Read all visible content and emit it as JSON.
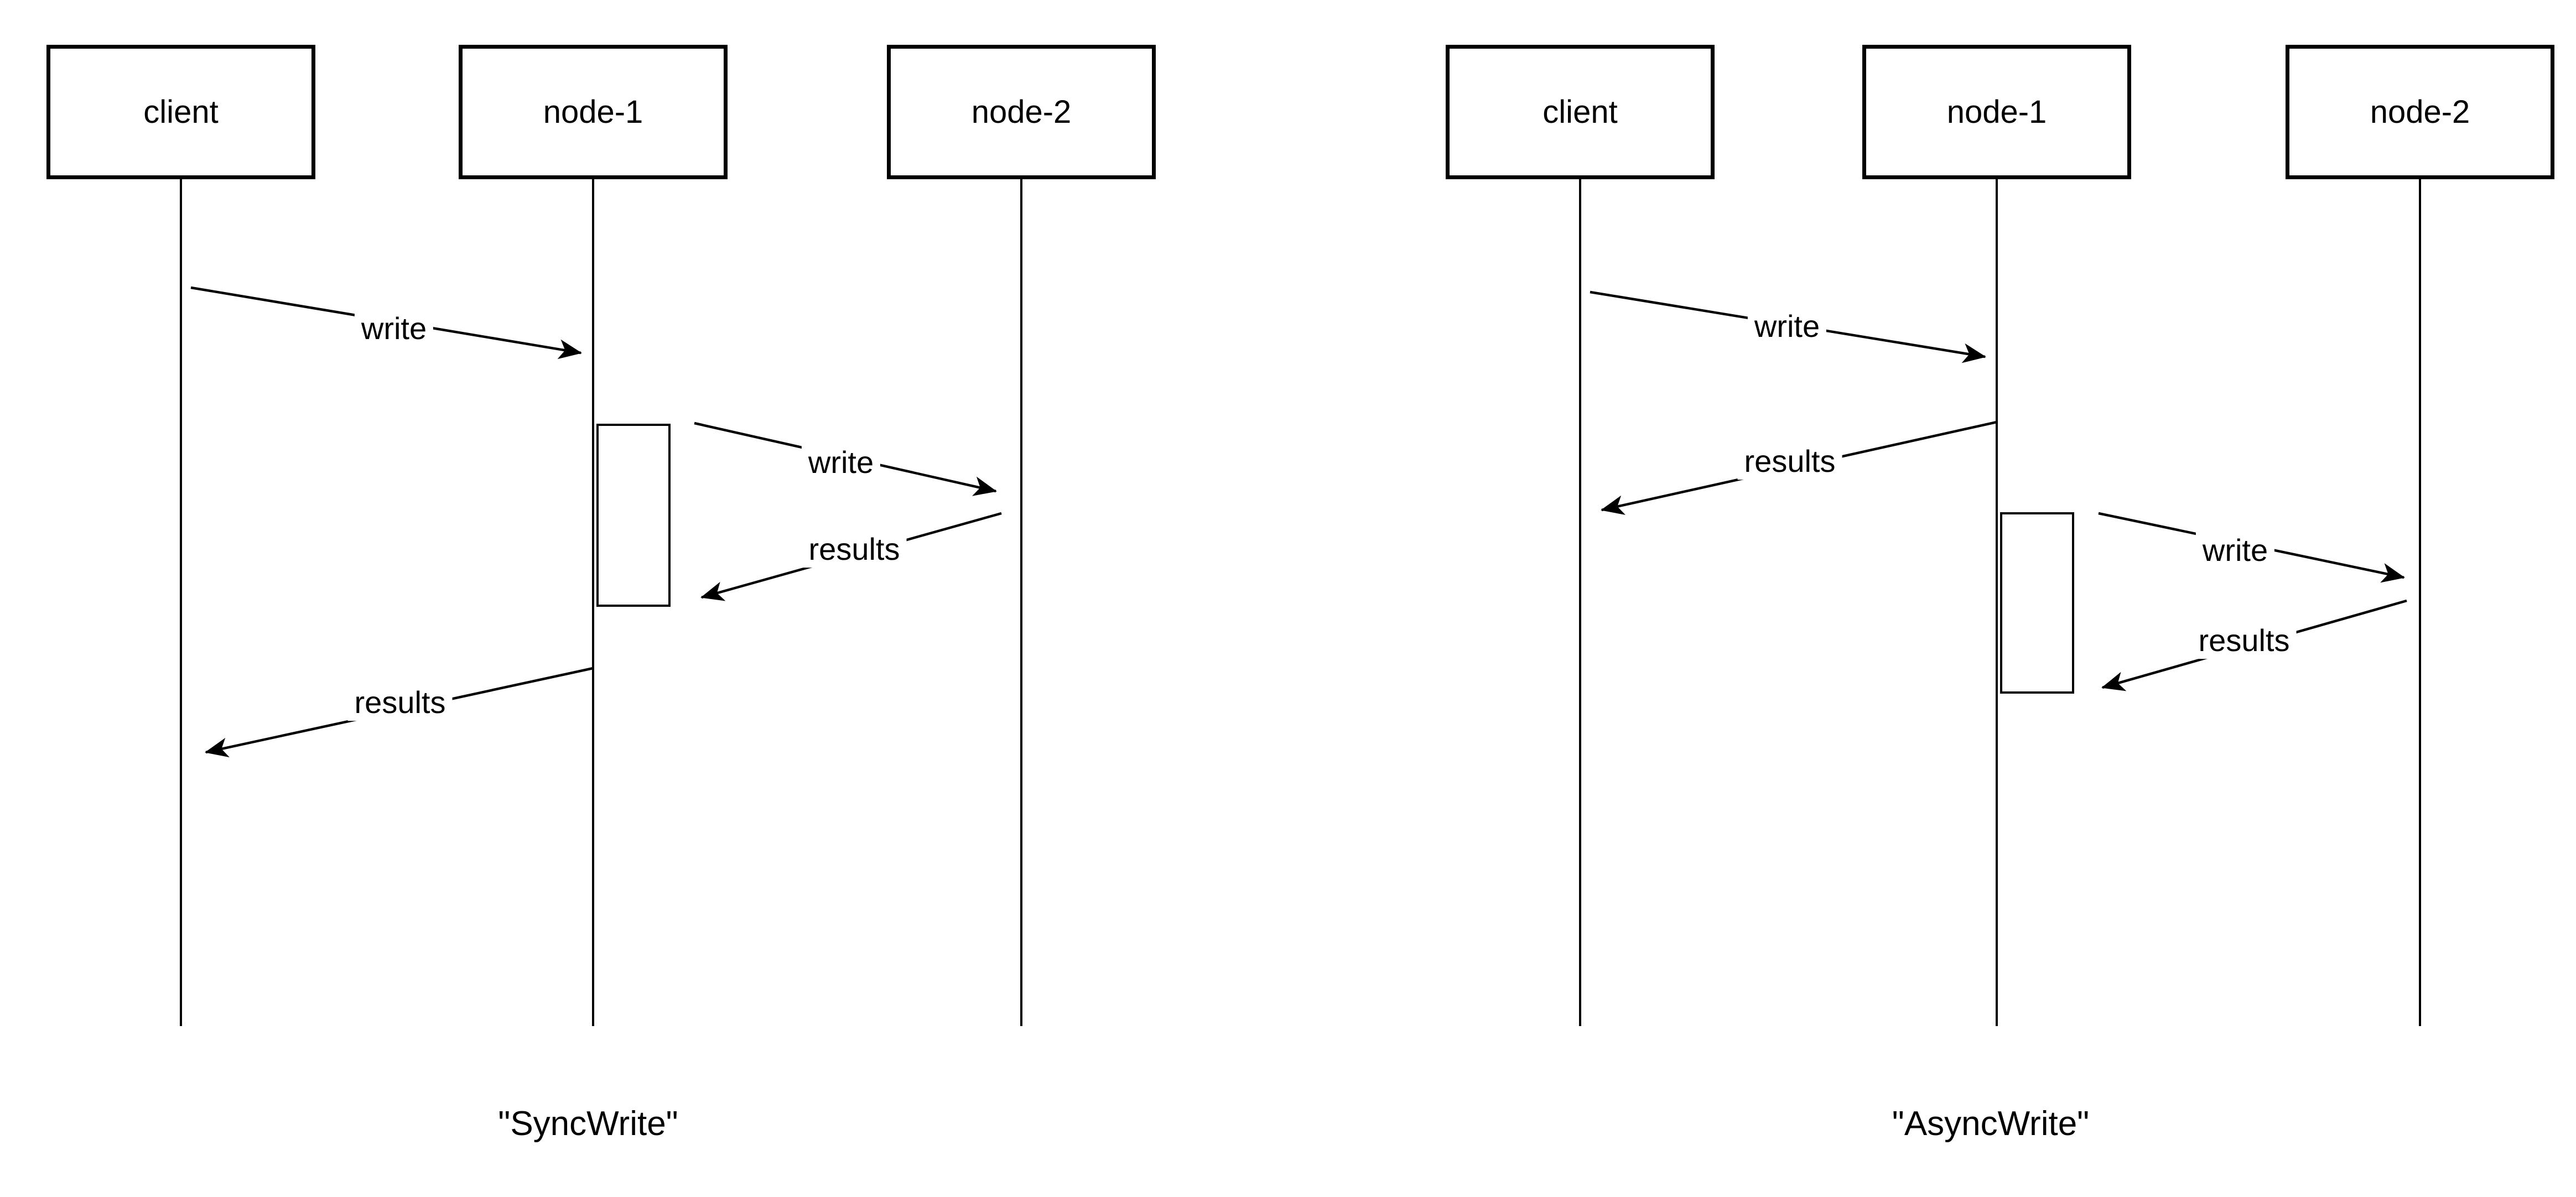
{
  "colors": {
    "stroke": "#000000",
    "background": "#ffffff"
  },
  "diagrams": [
    {
      "name": "SyncWrite",
      "caption": "\"SyncWrite\"",
      "actors": [
        {
          "label": "client"
        },
        {
          "label": "node-1"
        },
        {
          "label": "node-2"
        }
      ],
      "messages": [
        {
          "label": "write",
          "from": "client",
          "to": "node-1"
        },
        {
          "label": "write",
          "from": "node-1",
          "to": "node-2"
        },
        {
          "label": "results",
          "from": "node-2",
          "to": "node-1"
        },
        {
          "label": "results",
          "from": "node-1",
          "to": "client"
        }
      ]
    },
    {
      "name": "AsyncWrite",
      "caption": "\"AsyncWrite\"",
      "actors": [
        {
          "label": "client"
        },
        {
          "label": "node-1"
        },
        {
          "label": "node-2"
        }
      ],
      "messages": [
        {
          "label": "write",
          "from": "client",
          "to": "node-1"
        },
        {
          "label": "results",
          "from": "node-1",
          "to": "client"
        },
        {
          "label": "write",
          "from": "node-1",
          "to": "node-2"
        },
        {
          "label": "results",
          "from": "node-2",
          "to": "node-1"
        }
      ]
    }
  ]
}
